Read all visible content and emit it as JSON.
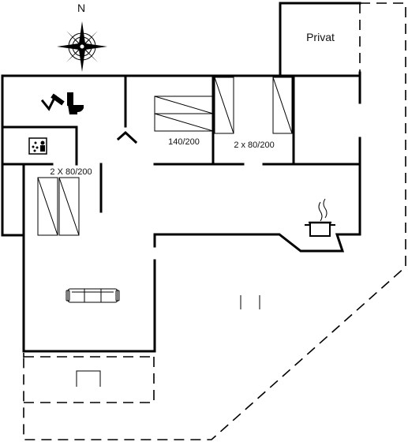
{
  "plan": {
    "compass_letter": "N",
    "private_label": "Privat",
    "bed_double_label": "140/200",
    "bed_twin_right_label": "2 x 80/200",
    "bed_twin_left_label": "2 X 80/200"
  }
}
